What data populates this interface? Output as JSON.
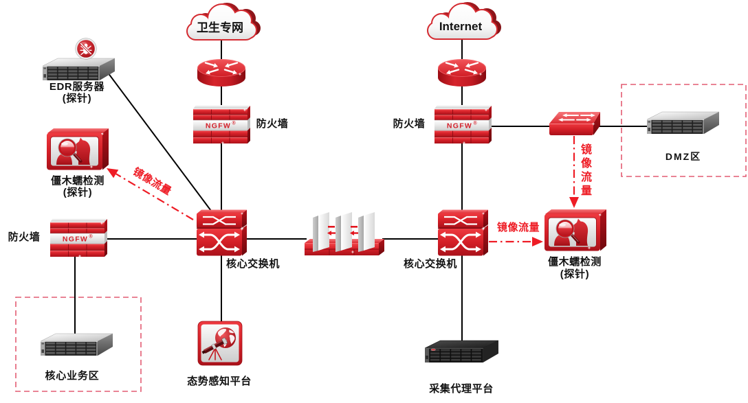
{
  "diagram": {
    "nodes": {
      "cloud_health_network": {
        "type": "cloud",
        "icon": "cloud-icon",
        "label": "卫生专网"
      },
      "cloud_internet": {
        "type": "cloud",
        "icon": "cloud-icon",
        "label": "Internet"
      },
      "router_health_network": {
        "type": "router",
        "icon": "router-icon"
      },
      "router_internet": {
        "type": "router",
        "icon": "router-icon"
      },
      "firewall_health_network": {
        "type": "firewall",
        "icon": "firewall-icon",
        "label": "防火墙",
        "badge": "NGFW",
        "badge_mark": "®"
      },
      "firewall_internet": {
        "type": "firewall",
        "icon": "firewall-icon",
        "label": "防火墙",
        "badge": "NGFW",
        "badge_mark": "®"
      },
      "firewall_core_business": {
        "type": "firewall",
        "icon": "firewall-icon",
        "label": "防火墙",
        "badge": "NGFW",
        "badge_mark": "®"
      },
      "core_switch_private": {
        "type": "core-switch",
        "icon": "core-switch-icon",
        "label": "核心交换机"
      },
      "core_switch_internet": {
        "type": "core-switch",
        "icon": "core-switch-icon",
        "label": "核心交换机"
      },
      "network_gatekeeper": {
        "type": "gatekeeper",
        "icon": "gatekeeper-icon"
      },
      "edr_server": {
        "type": "server",
        "icon": "server-icon",
        "badge_icon": "edr-antivirus-badge-icon",
        "label": "EDR服务器",
        "sublabel": "(探针)"
      },
      "probe_private": {
        "type": "detection-probe",
        "icon": "trojan-detection-icon",
        "label": "僵木蠕检测",
        "sublabel": "(探针)"
      },
      "probe_internet": {
        "type": "detection-probe",
        "icon": "trojan-detection-icon",
        "label": "僵木蠕检测",
        "sublabel": "(探针)"
      },
      "situational_awareness_platform": {
        "type": "platform",
        "icon": "globe-telescope-icon",
        "label": "态势感知平台"
      },
      "collection_agent_platform": {
        "type": "server",
        "icon": "server-icon",
        "label": "采集代理平台"
      },
      "core_business_server": {
        "type": "server",
        "icon": "server-icon"
      },
      "dmz_switch": {
        "type": "switch",
        "icon": "switch-icon"
      },
      "dmz_server": {
        "type": "server",
        "icon": "server-icon"
      }
    },
    "zones": {
      "core_business": {
        "label": "核心业务区",
        "members": [
          "core_business_server"
        ]
      },
      "dmz": {
        "label": "DMZ区",
        "members": [
          "dmz_server"
        ]
      }
    },
    "links": [
      {
        "from": "cloud_health_network",
        "to": "router_health_network",
        "style": "solid"
      },
      {
        "from": "router_health_network",
        "to": "firewall_health_network",
        "style": "solid"
      },
      {
        "from": "firewall_health_network",
        "to": "core_switch_private",
        "style": "solid"
      },
      {
        "from": "edr_server",
        "to": "core_switch_private",
        "style": "solid"
      },
      {
        "from": "firewall_core_business",
        "to": "core_switch_private",
        "style": "solid"
      },
      {
        "from": "firewall_core_business",
        "to": "core_business_server",
        "style": "solid"
      },
      {
        "from": "core_switch_private",
        "to": "situational_awareness_platform",
        "style": "solid"
      },
      {
        "from": "core_switch_private",
        "to": "network_gatekeeper",
        "style": "solid"
      },
      {
        "from": "network_gatekeeper",
        "to": "core_switch_internet",
        "style": "solid"
      },
      {
        "from": "cloud_internet",
        "to": "router_internet",
        "style": "solid"
      },
      {
        "from": "router_internet",
        "to": "firewall_internet",
        "style": "solid"
      },
      {
        "from": "firewall_internet",
        "to": "core_switch_internet",
        "style": "solid"
      },
      {
        "from": "firewall_internet",
        "to": "dmz_switch",
        "style": "solid"
      },
      {
        "from": "dmz_switch",
        "to": "dmz_server",
        "style": "solid"
      },
      {
        "from": "core_switch_internet",
        "to": "collection_agent_platform",
        "style": "solid"
      }
    ],
    "mirror_flows": [
      {
        "from": "core_switch_private",
        "to": "probe_private",
        "label": "镜像流量",
        "style": "dash-dot-arrow"
      },
      {
        "from": "dmz_switch",
        "to": "probe_internet",
        "label": "镜像流量",
        "style": "dash-dot-arrow"
      },
      {
        "from": "core_switch_internet",
        "to": "probe_internet",
        "label": "镜像流量",
        "style": "dash-dot-arrow"
      }
    ],
    "colors": {
      "accent_red": "#d7161e",
      "link": "#000000",
      "mirror_flow": "#ee1c25",
      "zone_border": "#e25b72",
      "label_text": "#111111"
    }
  }
}
